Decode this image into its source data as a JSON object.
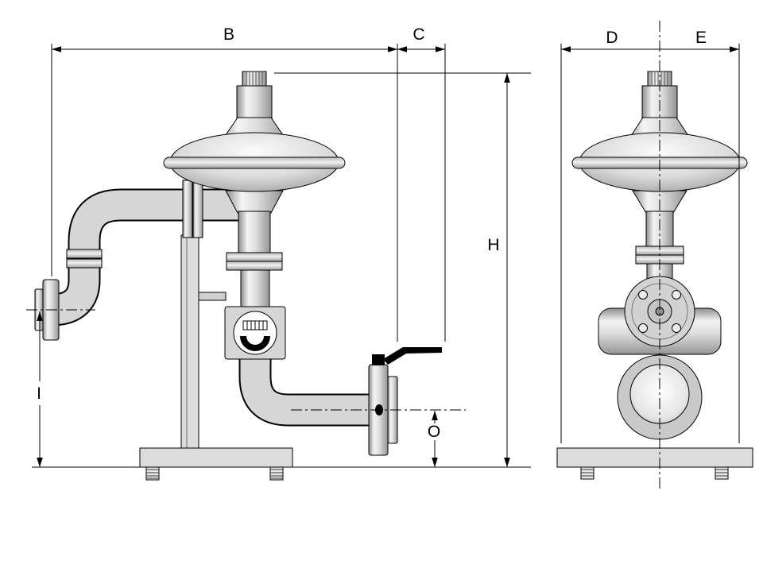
{
  "drawing": {
    "dim_labels": {
      "b": "B",
      "c": "C",
      "d": "D",
      "e": "E",
      "h": "H",
      "i": "I",
      "o": "O"
    }
  }
}
